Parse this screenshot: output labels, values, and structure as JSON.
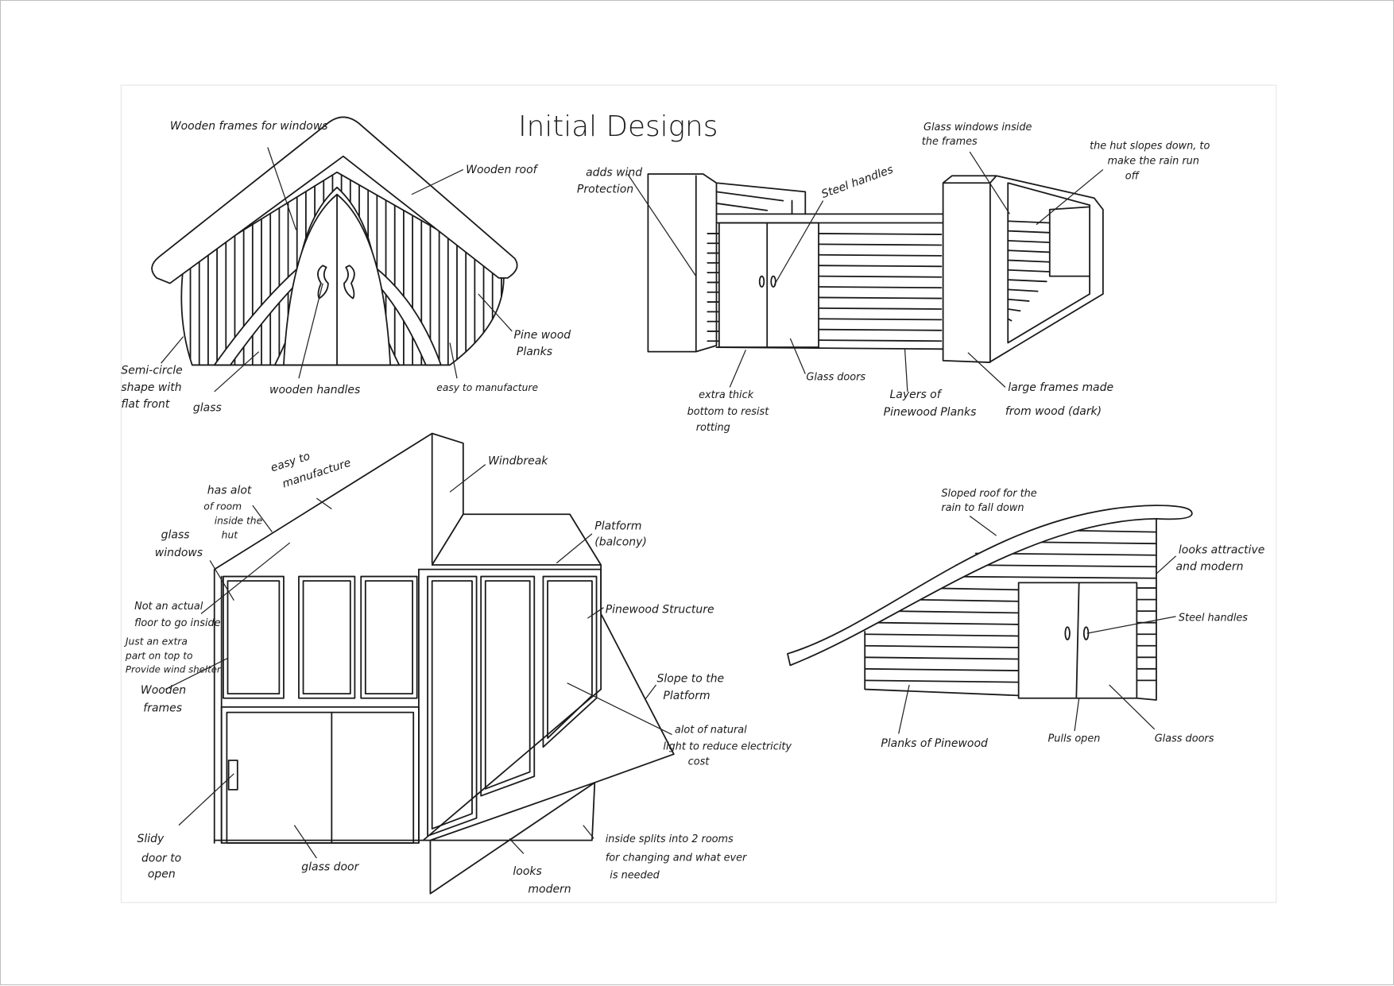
{
  "title": "Initial Designs",
  "colors": {
    "ink": "#1a1a1a",
    "paper": "#ffffff",
    "scan_border": "#e6e6e6"
  },
  "design1": {
    "frames": "Wooden frames for windows",
    "roof": "Wooden roof",
    "planks": [
      "Pine wood",
      "Planks"
    ],
    "easy": "easy to manufacture",
    "handles": "wooden handles",
    "glass": "glass",
    "shape": [
      "Semi-circle",
      "shape with",
      "flat front"
    ]
  },
  "design2": {
    "wind": [
      "adds wind",
      "Protection"
    ],
    "handles": "Steel handles",
    "windows": [
      "Glass windows inside",
      "the frames"
    ],
    "slope": [
      "the hut slopes down, to",
      "make the rain run",
      "off"
    ],
    "bottom": [
      "extra thick",
      "bottom to resist",
      "rotting"
    ],
    "doors": "Glass doors",
    "layers": [
      "Layers of",
      "Pinewood Planks"
    ],
    "frames": [
      "large frames made",
      "from wood (dark)"
    ]
  },
  "design3": {
    "easy": [
      "easy to",
      "manufacture"
    ],
    "room": [
      "has alot",
      "of room",
      "inside the",
      "hut"
    ],
    "windows": [
      "glass",
      "windows"
    ],
    "floor": [
      "Not an actual",
      "floor to go inside"
    ],
    "extra": [
      "Just an extra",
      "part on top to",
      "Provide wind shelter"
    ],
    "frames": [
      "Wooden",
      "frames"
    ],
    "windbreak": "Windbreak",
    "platform": [
      "Platform",
      "(balcony)"
    ],
    "structure": "Pinewood Structure",
    "slope": [
      "Slope to the",
      "Platform"
    ],
    "light": [
      "alot of natural",
      "light to reduce electricity",
      "cost"
    ],
    "slidy": [
      "Slidy",
      "door to",
      "open"
    ],
    "glassdoor": "glass door",
    "modern": [
      "looks",
      "modern"
    ],
    "rooms": [
      "inside splits into 2 rooms",
      "for changing and what ever",
      "is needed"
    ]
  },
  "design4": {
    "roof": [
      "Sloped roof for the",
      "rain to fall down"
    ],
    "attractive": [
      "looks attractive",
      "and modern"
    ],
    "handles": "Steel handles",
    "pulls": "Pulls open",
    "doors": "Glass doors",
    "planks": "Planks of Pinewood"
  }
}
